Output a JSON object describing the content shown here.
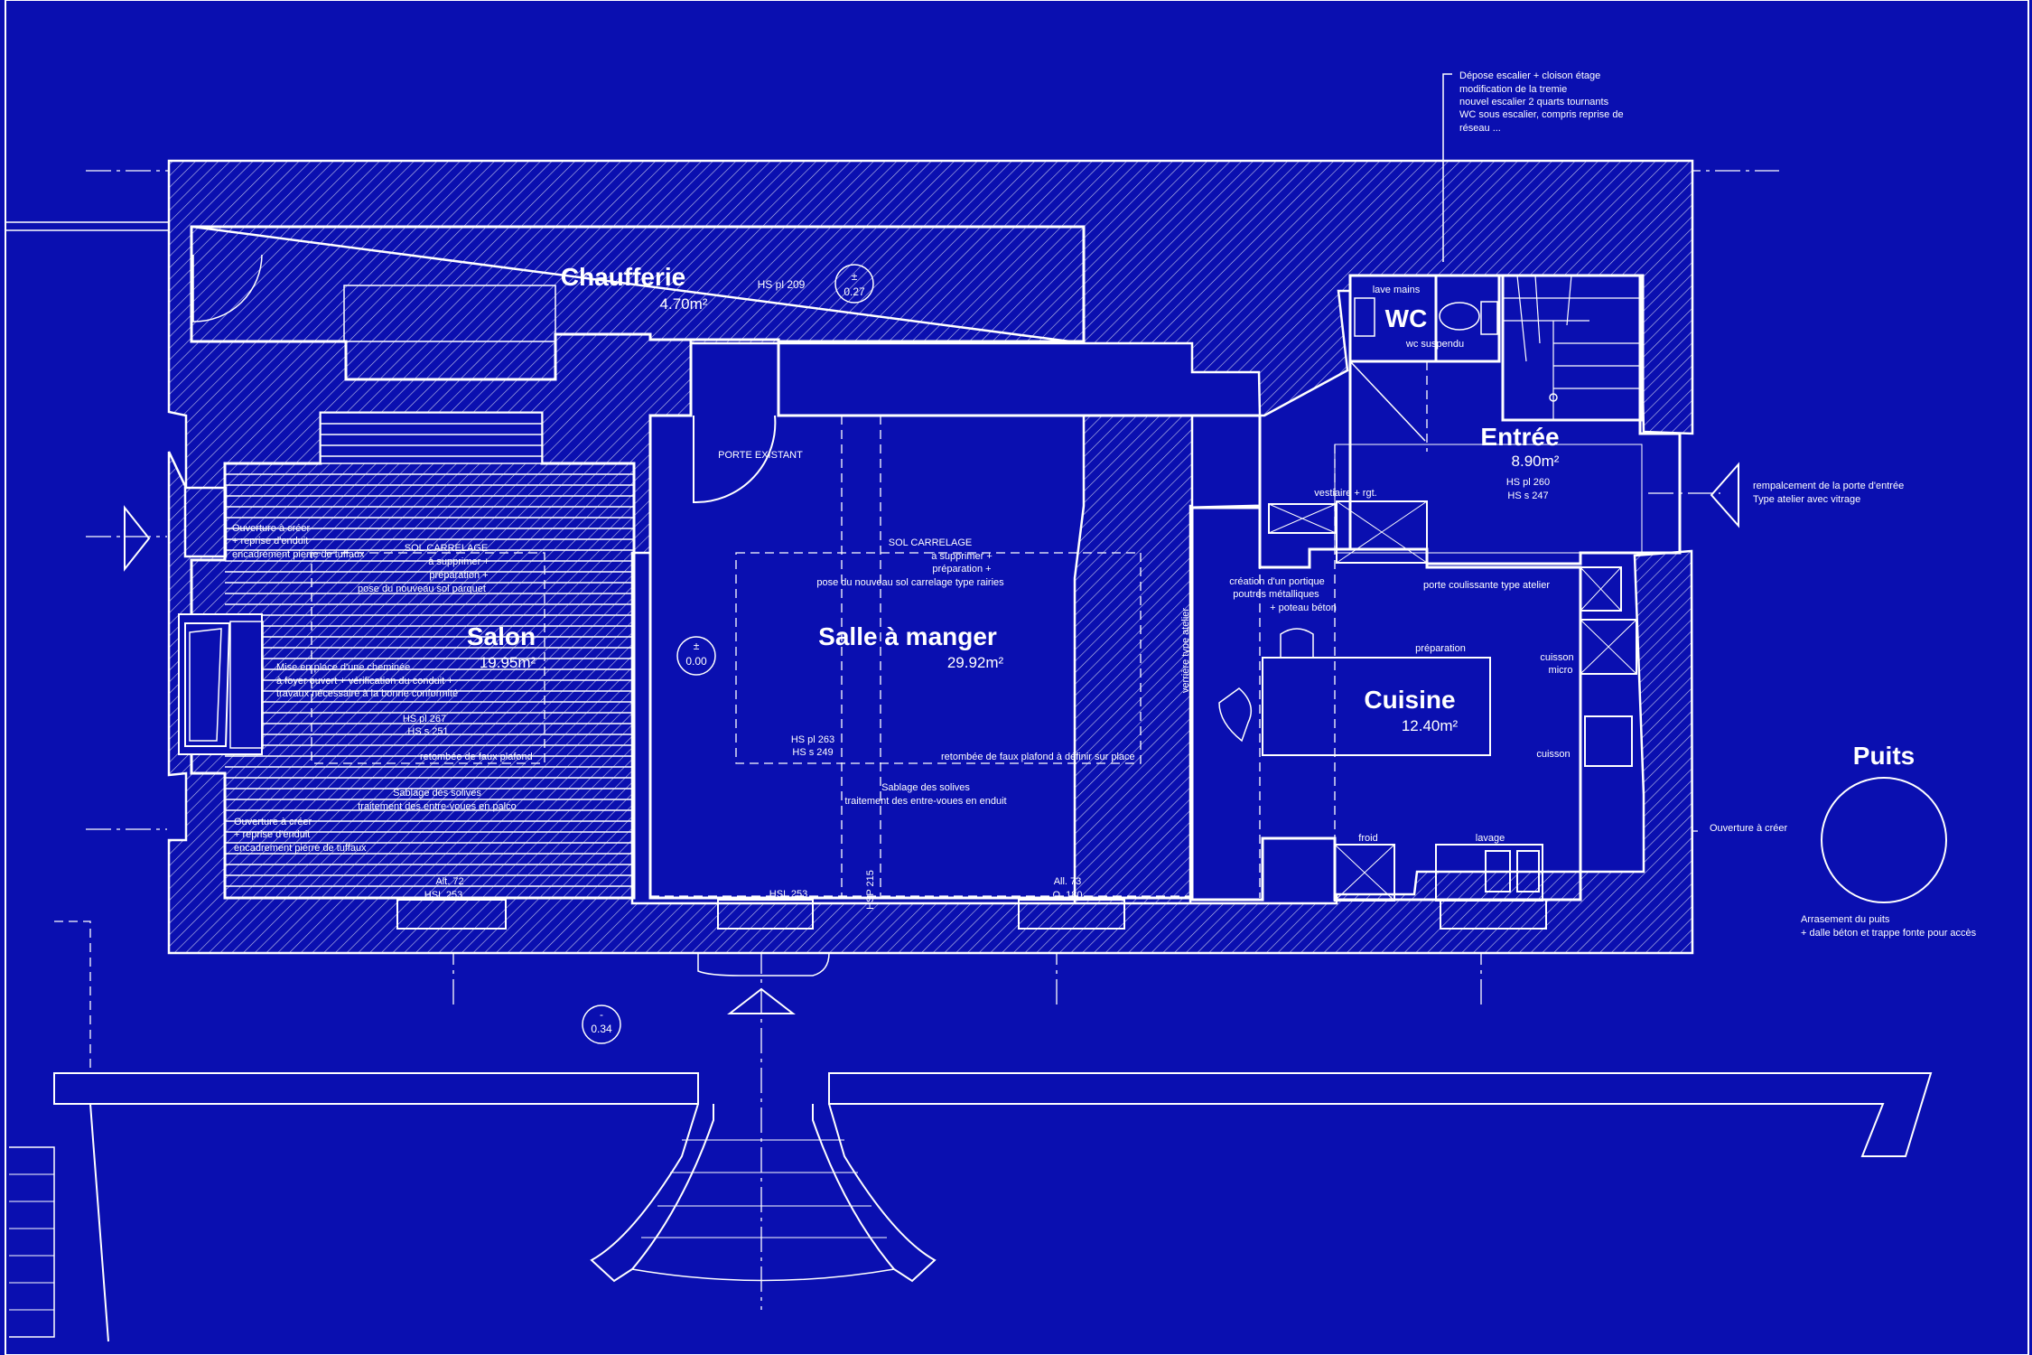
{
  "rooms": {
    "chaufferie": {
      "name": "Chaufferie",
      "area": "4.70m²",
      "hs": "HS pl 209",
      "level_sign": "±",
      "level": "0.27"
    },
    "wc": {
      "name": "WC",
      "lave_mains": "lave mains",
      "wc_suspendu": "wc suspendu"
    },
    "entree": {
      "name": "Entrée",
      "area": "8.90m²",
      "hs_pl": "HS pl 260",
      "hs_s": "HS s 247"
    },
    "salon": {
      "name": "Salon",
      "area": "19.95m²",
      "hs_pl": "HS pl 267",
      "hs_s": "HS s 251"
    },
    "salle": {
      "name": "Salle à manger",
      "area": "29.92m²",
      "hs_pl": "HS pl 263",
      "hs_s": "HS s 249",
      "level_sign": "±",
      "level": "0.00"
    },
    "cuisine": {
      "name": "Cuisine",
      "area": "12.40m²"
    },
    "puits": {
      "name": "Puits"
    }
  },
  "notes": {
    "escalier": [
      "Dépose escalier + cloison étage",
      "modification de la tremie",
      "nouvel escalier 2 quarts tournants",
      "WC sous escalier, compris reprise de",
      "réseau ..."
    ],
    "porte_existant": "PORTE EXISTANT",
    "ouverture_haut": [
      "Ouverture à créer",
      "+ reprise d'enduit",
      "encadrement pierre de tuffaux"
    ],
    "sol_salon": [
      "SOL CARRELAGE",
      "à supprimer +",
      "préparation +",
      "pose du nouveau sol parquet"
    ],
    "cheminee": [
      "Mise en place d'une cheminée",
      "à foyer ouvert + vérification du conduit +",
      "travaux nécessaire à la bonne conformité"
    ],
    "faux_plafond_salon": "retombée de faux plafond",
    "sablage_salon": [
      "Sablage des solives",
      "traitement des entre-voues en palco"
    ],
    "ouverture_bas": [
      "Ouverture à créer",
      "+ reprise d'enduit",
      "encadrement pierre de tuffaux"
    ],
    "alt_salon": [
      "Alt. 72",
      "HSL 253"
    ],
    "sol_salle": [
      "SOL CARRELAGE",
      "à supprimer +",
      "préparation +",
      "pose du nouveau sol carrelage type rairies"
    ],
    "faux_plafond_salle": "retombée de faux plafond à définir sur place",
    "sablage_salle": [
      "Sablage des solives",
      "traitement des entre-voues en enduit"
    ],
    "hsl_salle": "HSL 253",
    "hsp": "HSP 215",
    "all_salle": [
      "All. 73",
      "O. 180"
    ],
    "verriere": "verrière type atelier",
    "vestiaire": "vestiaire + rgt.",
    "portique": [
      "création d'un portique",
      "poutres métalliques",
      "+ poteau béton"
    ],
    "porte_coulissante": "porte coulissante type atelier",
    "preparation": "préparation",
    "cuisson_micro": [
      "cuisson",
      "micro"
    ],
    "cuisson": "cuisson",
    "froid": "froid",
    "lavage": "lavage",
    "remplacement": [
      "rempalcement de la porte d'entrée",
      "Type atelier avec vitrage"
    ],
    "ouverture_cuisine": "Ouverture à créer",
    "arrasement": [
      "Arrasement du puits",
      "+ dalle béton et trappe fonte pour accès"
    ],
    "ext_level_sign": "-",
    "ext_level": "0.34"
  }
}
